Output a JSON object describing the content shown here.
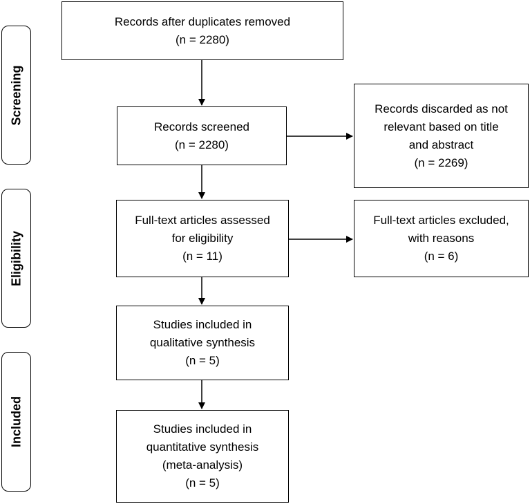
{
  "stages": {
    "screening": "Screening",
    "eligibility": "Eligibility",
    "included": "Included"
  },
  "boxes": {
    "duplicates_removed": {
      "line1": "Records after duplicates removed",
      "line2": "(n = 2280)"
    },
    "screened": {
      "line1": "Records screened",
      "line2": "(n = 2280)"
    },
    "discarded": {
      "line1": "Records discarded as not",
      "line2": "relevant based on title",
      "line3": "and abstract",
      "line4": "(n = 2269)"
    },
    "fulltext_assessed": {
      "line1": "Full-text articles assessed",
      "line2": "for eligibility",
      "line3": "(n = 11)"
    },
    "fulltext_excluded": {
      "line1": "Full-text articles excluded,",
      "line2": "with reasons",
      "line3": "(n = 6)"
    },
    "qualitative": {
      "line1": "Studies included in",
      "line2": "qualitative synthesis",
      "line3": "(n = 5)"
    },
    "quantitative": {
      "line1": "Studies included in",
      "line2": "quantitative synthesis",
      "line3": "(meta-analysis)",
      "line4": "(n = 5)"
    }
  }
}
